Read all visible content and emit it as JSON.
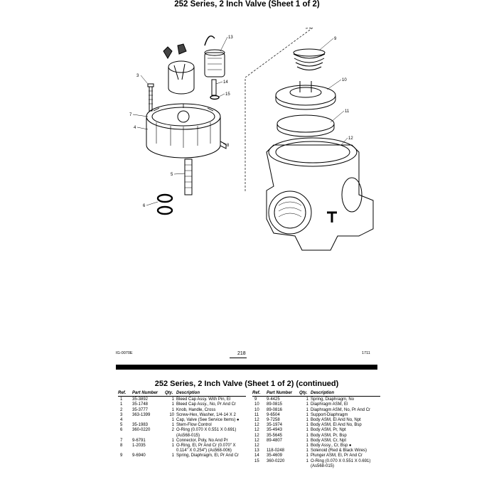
{
  "page": {
    "title": "252 Series, 2 Inch Valve (Sheet 1 of 2)",
    "footer_code": "IG-0070E",
    "page_number": "218",
    "footer_date": "1711"
  },
  "diagram": {
    "callouts": [
      "13",
      "9",
      "3",
      "10",
      "14",
      "15",
      "7",
      "11",
      "4",
      "12",
      "8",
      "5",
      "6"
    ]
  },
  "parts": {
    "title": "252 Series, 2 Inch Valve (Sheet 1 of 2) (continued)",
    "headers": {
      "ref": "Ref.",
      "part": "Part Number",
      "qty": "Qty.",
      "desc": "Description"
    },
    "left_rows": [
      {
        "ref": "1",
        "part": "35-3892",
        "qty": "1",
        "desc": "Bleed Cap Assy. With Pin, El"
      },
      {
        "ref": "1",
        "part": "35-1748",
        "qty": "1",
        "desc": "Bleed Cap Assy., No, Pr And Cr"
      },
      {
        "ref": "2",
        "part": "35-3777",
        "qty": "1",
        "desc": "Knob, Handle, Cross"
      },
      {
        "ref": "3",
        "part": "363-1399",
        "qty": "10",
        "desc": "Screw-Hex, Washer, 1/4-14 X 2"
      },
      {
        "ref": "4",
        "part": "",
        "qty": "1",
        "desc": "Cap, Valve (See Service Items) ●"
      },
      {
        "ref": "5",
        "part": "35-1983",
        "qty": "1",
        "desc": "Stem-Flow Control"
      },
      {
        "ref": "6",
        "part": "360-0220",
        "qty": "2",
        "desc": "O-Ring (0.070 X 0.551 X 0.691) (As568-015)"
      },
      {
        "ref": "7",
        "part": "9-6791",
        "qty": "1",
        "desc": "Connector, Poly, No And Pr"
      },
      {
        "ref": "8",
        "part": "1-2035",
        "qty": "1",
        "desc": "O-Ring, El, Pr And Cr (0.070\" X 0.114\" X 0.254\") (As568-006)"
      },
      {
        "ref": "9",
        "part": "9-6940",
        "qty": "1",
        "desc": "Spring, Diaphragm, El, Pr And Cr"
      }
    ],
    "right_rows": [
      {
        "ref": "9",
        "part": "9-4425",
        "qty": "1",
        "desc": "Spring, Diaphragm, No"
      },
      {
        "ref": "10",
        "part": "89-0815",
        "qty": "1",
        "desc": "Diaphragm ASM, El"
      },
      {
        "ref": "10",
        "part": "89-0816",
        "qty": "1",
        "desc": "Diaphragm ASM, No, Pr And Cr"
      },
      {
        "ref": "11",
        "part": "9-6504",
        "qty": "1",
        "desc": "Support-Diaphragm"
      },
      {
        "ref": "12",
        "part": "9-7258",
        "qty": "1",
        "desc": "Body ASM, El And No, Npt"
      },
      {
        "ref": "12",
        "part": "35-1974",
        "qty": "1",
        "desc": "Body ASM, El And No, Bsp"
      },
      {
        "ref": "12",
        "part": "35-4943",
        "qty": "1",
        "desc": "Body ASM, Pr, Npt"
      },
      {
        "ref": "12",
        "part": "35-5645",
        "qty": "1",
        "desc": "Body ASM, Pr, Bsp"
      },
      {
        "ref": "12",
        "part": "89-4807",
        "qty": "1",
        "desc": "Body ASM, Cr, Npt"
      },
      {
        "ref": "12",
        "part": "",
        "qty": "1",
        "desc": "Body Assy., Cr, Bsp ●"
      },
      {
        "ref": "13",
        "part": "118-0248",
        "qty": "1",
        "desc": "Solenoid (Red & Black Wires)"
      },
      {
        "ref": "14",
        "part": "35-4609",
        "qty": "1",
        "desc": "Plunger ASM, El, Pr And Cr"
      },
      {
        "ref": "15",
        "part": "360-0220",
        "qty": "1",
        "desc": "O-Ring (0.070 X 0.551 X 0.691) (As568-015)"
      }
    ]
  }
}
